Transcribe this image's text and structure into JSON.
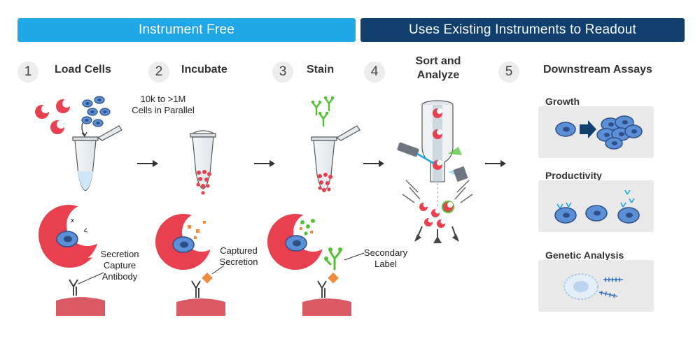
{
  "banners": {
    "instrument_free": "Instrument Free",
    "existing_instruments": "Uses Existing Instruments to Readout"
  },
  "steps": [
    {
      "number": "1",
      "title": "Load Cells"
    },
    {
      "number": "2",
      "title": "Incubate"
    },
    {
      "number": "3",
      "title": "Stain"
    },
    {
      "number": "4",
      "title_line1": "Sort and",
      "title_line2": "Analyze"
    },
    {
      "number": "5",
      "title": "Downstream Assays"
    }
  ],
  "annotations": {
    "cells_line1": "10k to >1M",
    "cells_line2": "Cells in Parallel",
    "secretion_capture_antibody": [
      "Secretion",
      "Capture",
      "Antibody"
    ],
    "captured_secretion": [
      "Captured",
      "Secretion"
    ],
    "secondary_label": [
      "Secondary",
      "Label"
    ]
  },
  "assays": [
    {
      "title": "Growth"
    },
    {
      "title": "Productivity"
    },
    {
      "title": "Genetic Analysis"
    }
  ],
  "colors": {
    "banner_free": "#1fa7e6",
    "banner_existing": "#12406e",
    "particle_red": "#e8404f",
    "cell_blue": "#5b8fd6",
    "label_green": "#52c234",
    "capture_orange": "#f08a3c"
  }
}
